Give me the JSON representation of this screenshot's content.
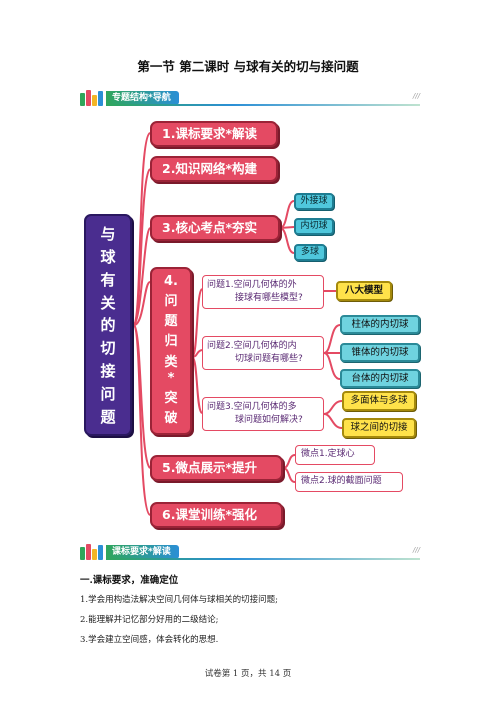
{
  "page": {
    "title": "第一节  第二课时  与球有关的切与接问题",
    "footer": "试卷第 1 页，共 14 页"
  },
  "banners": {
    "structure": "专题结构*导航",
    "standards": "课标要求*解读",
    "mark": "///"
  },
  "mindmap": {
    "root_chars": [
      "与",
      "球",
      "有",
      "关",
      "的",
      "切",
      "接",
      "问",
      "题"
    ],
    "node1": "1.课标要求*解读",
    "node2": "2.知识网络*构建",
    "node3": "3.核心考点*夯实",
    "node3_children": [
      "外接球",
      "内切球",
      "多球"
    ],
    "node4_chars": [
      "4.",
      "问",
      "题",
      "归",
      "类",
      "*",
      "突",
      "破"
    ],
    "questions": [
      {
        "line1": "问题1.空间几何体的外",
        "line2": "接球有哪些模型?"
      },
      {
        "line1": "问题2.空间几何体的内",
        "line2": "切球问题有哪些?"
      },
      {
        "line1": "问题3.空间几何体的多",
        "line2": "球问题如何解决?"
      }
    ],
    "q1_answer": "八大模型",
    "q2_answers": [
      "柱体的内切球",
      "锥体的内切球",
      "台体的内切球"
    ],
    "q3_answers": [
      "多面体与多球",
      "球之间的切接"
    ],
    "node5": "5.微点展示*提升",
    "node5_children": [
      "微点1.定球心",
      "微点2.球的截面问题"
    ],
    "node6": "6.课堂训练*强化"
  },
  "colors": {
    "root": "#4a2d8f",
    "node": "#e44a63",
    "subnode": "#4fc7dc",
    "highlight": "#ffe24a",
    "connector": "#e44a63"
  },
  "section": {
    "heading": "一.课标要求，准确定位",
    "items": [
      "1.学会用构造法解决空间几何体与球相关的切接问题;",
      "2.能理解并记忆部分好用的二级结论;",
      "3.学会建立空间感，体会转化的思想."
    ]
  }
}
